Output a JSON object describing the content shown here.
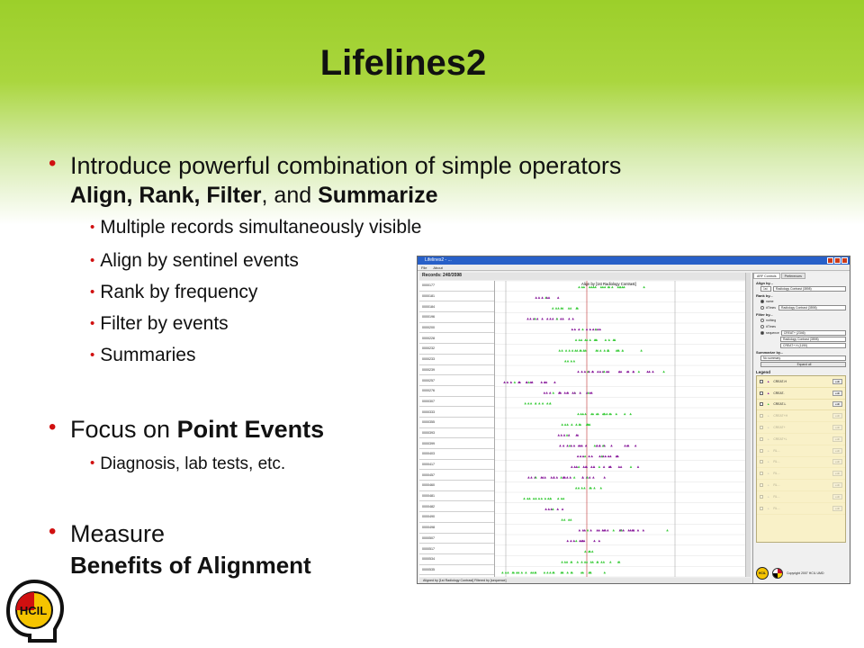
{
  "slide": {
    "title": "Lifelines2",
    "bullets": {
      "b1_line1": "Introduce powerful combination of simple operators",
      "b1_bold1": "Align, Rank, Filter",
      "b1_mid": ", and ",
      "b1_bold2": "Summarize",
      "sub1": "Multiple records simultaneously visible",
      "sub2": "Align by sentinel events",
      "sub3": "Rank by frequency",
      "sub4": "Filter by events",
      "sub5": "Summaries",
      "b2_text": "Focus on ",
      "b2_bold": "Point Events",
      "sub6": "Diagnosis, lab tests, etc.",
      "b3_text": "Measure",
      "b3_bold": "Benefits of Alignment"
    },
    "bullet_glyph": "•",
    "logo_text": "HCIL"
  },
  "app": {
    "window_title": "Lifelines2 - ...",
    "menu": [
      "File",
      "About"
    ],
    "records_label": "Records: 240/3598",
    "align_by_label": "Align by [1st Radiology Contrast]",
    "record_ids": [
      "0000177",
      "0000181",
      "0000184",
      "0000196",
      "0000200",
      "0000228",
      "0000232",
      "0000233",
      "0000239",
      "0000257",
      "0000276",
      "0000307",
      "0000333",
      "0000355",
      "0000393",
      "0000399",
      "0000403",
      "0000417",
      "0000457",
      "0000460",
      "0000481",
      "0000482",
      "0000490",
      "0000498",
      "0000507",
      "0000517",
      "0000534",
      "0000535"
    ],
    "status_text": "Aligned by [1st Radiology Contrast]  Filtered by [sequence]",
    "panel": {
      "tabs": [
        "ARF Controls",
        "Preferences"
      ],
      "align_title": "Align by...",
      "align_ordinal": "1st",
      "align_value": "Radiology Contrast (3598)",
      "rank_title": "Rank by...",
      "rank_opt1": "name",
      "rank_opt2": "#Times",
      "rank_value": "Radiology Contrast (3598)",
      "filter_title": "Filter by...",
      "filter_opt1": "nothing",
      "filter_opt2": "#Times",
      "filter_opt3": "sequence",
      "filter_seq": [
        "CREAT+ (2346)",
        "Radiology Contrast (3598)",
        "CREAT+ H (1190)"
      ],
      "summarize_title": "Summarize by...",
      "summarize_value": "No summary",
      "expand_label": "Expand all",
      "legend_title": "Legend",
      "legend_items": [
        "CREAT-H",
        "CREAT-",
        "CREAT-L",
        "CREAT+H",
        "CREAT+",
        "CREAT+L",
        "RL...",
        "RL...",
        "RL...",
        "RL...",
        "RL...",
        "RL..."
      ],
      "legend_edit": "edit",
      "copyright": "Copyright 2007 HCIL UMD"
    },
    "colors": {
      "purple": "#8a1e9c",
      "green": "#3ccc3c",
      "red": "#d01010"
    }
  }
}
